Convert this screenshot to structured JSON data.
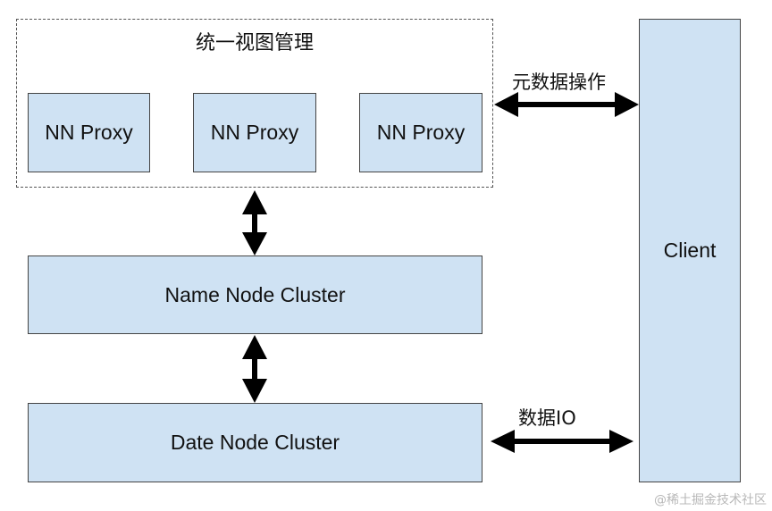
{
  "group": {
    "title": "统一视图管理",
    "proxies": [
      {
        "label": "NN Proxy"
      },
      {
        "label": "NN Proxy"
      },
      {
        "label": "NN Proxy"
      }
    ]
  },
  "name_node": {
    "label": "Name Node Cluster"
  },
  "data_node": {
    "label": "Date Node Cluster"
  },
  "client": {
    "label": "Client"
  },
  "edges": {
    "metadata_ops": "元数据操作",
    "data_io": "数据IO"
  },
  "colors": {
    "box_fill": "#cfe2f3",
    "box_border": "#444444",
    "arrow": "#000000"
  },
  "watermark": "@稀土掘金技术社区"
}
